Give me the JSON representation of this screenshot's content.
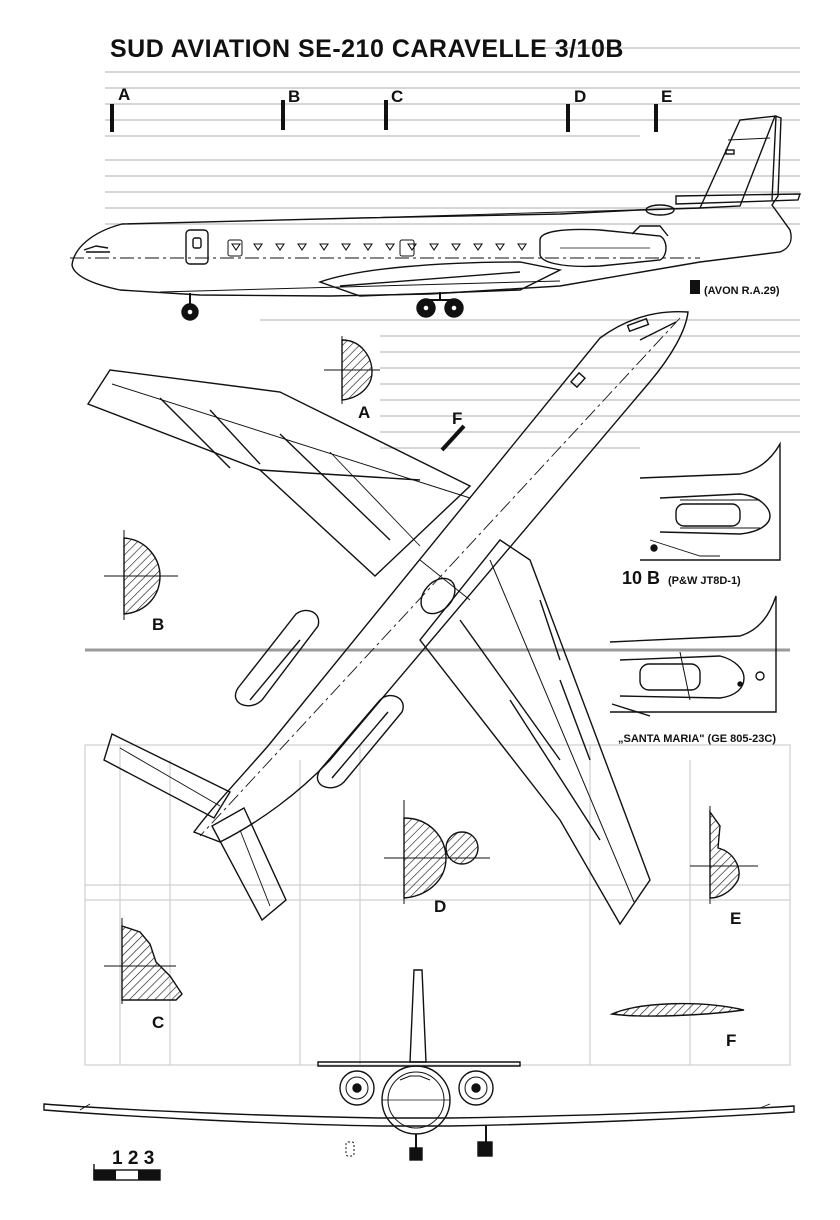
{
  "title": "SUD AVIATION SE-210 CARAVELLE 3/10B",
  "section_cuts": [
    "A",
    "B",
    "C",
    "D",
    "E"
  ],
  "section_labels": {
    "A": "A",
    "B": "B",
    "C": "C",
    "D": "D",
    "E": "E",
    "F": "F"
  },
  "engine_notes": {
    "avon": "(AVON R.A.29)",
    "variant_10b_label": "10 B",
    "variant_10b_engine": "(P&W JT8D-1)",
    "santa_maria": "„SANTA MARIA\" (GE 805-23C)"
  },
  "scale": {
    "digits": "1 2 3"
  },
  "colors": {
    "ink": "#111111",
    "paper": "#ffffff",
    "ghost_text": "#8a8a8a"
  }
}
